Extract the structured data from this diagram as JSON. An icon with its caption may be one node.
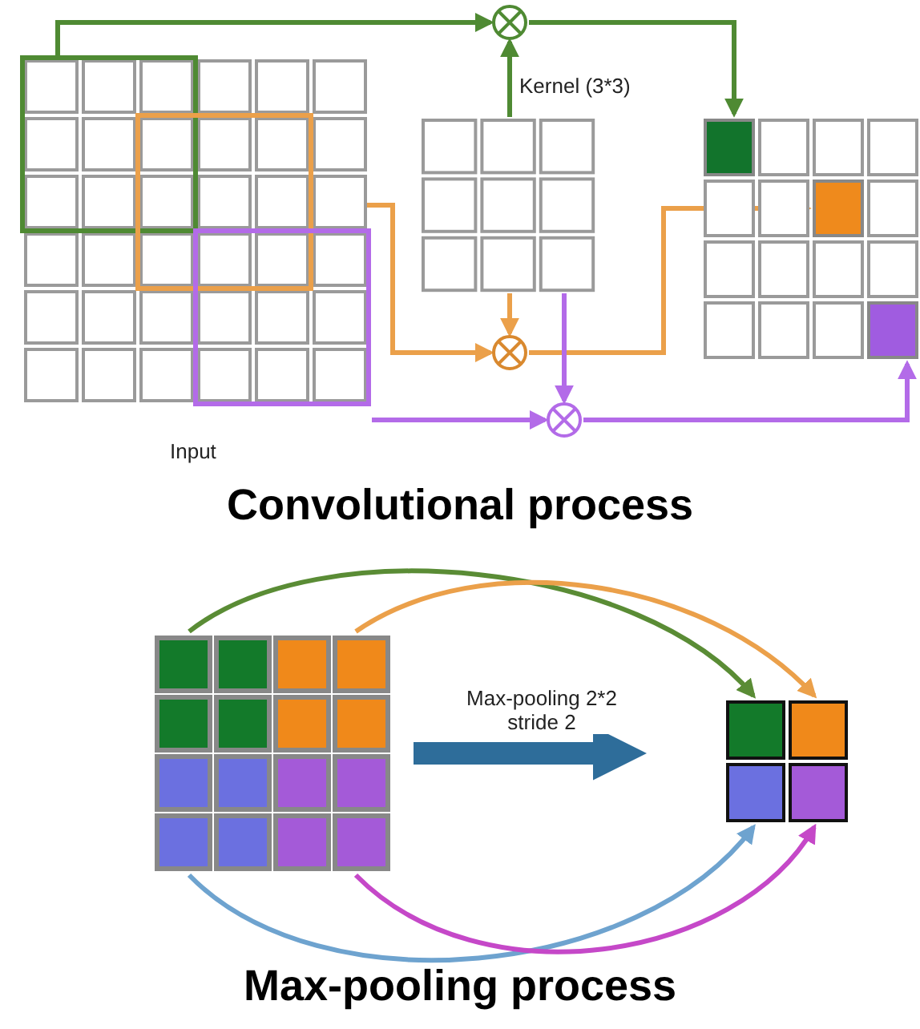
{
  "diagram": {
    "nodes": [
      {
        "text": [
          "Input"
        ]
      },
      {
        "text": [
          "Kernel (3*3)"
        ]
      },
      {
        "text": [],
        "shape": "grid"
      },
      {
        "text": [],
        "shape": "circle"
      },
      {
        "text": [],
        "shape": "circle"
      },
      {
        "text": [],
        "shape": "circle"
      },
      {
        "text": [],
        "shape": "grid"
      },
      {
        "text": [],
        "shape": "grid"
      }
    ],
    "edges": [
      {
        "from": 0,
        "to": 3,
        "arrow": "to",
        "color": "#4f8a33"
      },
      {
        "from": 1,
        "to": 3,
        "arrow": "to",
        "color": "#4f8a33"
      },
      {
        "from": 3,
        "to": 2,
        "arrow": "to",
        "color": "#4f8a33"
      },
      {
        "from": 0,
        "to": 4,
        "arrow": "to",
        "color": "#eba04a"
      },
      {
        "from": 1,
        "to": 4,
        "arrow": "to",
        "color": "#eba04a"
      },
      {
        "from": 4,
        "to": 2,
        "arrow": "to",
        "color": "#eba04a"
      },
      {
        "from": 0,
        "to": 5,
        "arrow": "to",
        "color": "#b36be8"
      },
      {
        "from": 1,
        "to": 5,
        "arrow": "to",
        "color": "#b36be8"
      },
      {
        "from": 5,
        "to": 2,
        "arrow": "to",
        "color": "#b36be8"
      },
      {
        "from": 6,
        "to": 7,
        "arrow": "to",
        "label": "Max-pooling 2*2 stride 2",
        "style": "thick",
        "color": "#2e6d9a"
      },
      {
        "from": 6,
        "to": 7,
        "arrow": "to",
        "color": "#5a8c35"
      },
      {
        "from": 6,
        "to": 7,
        "arrow": "to",
        "color": "#eba04a"
      },
      {
        "from": 6,
        "to": 7,
        "arrow": "to",
        "color": "#6ea3cf"
      },
      {
        "from": 6,
        "to": 7,
        "arrow": "to",
        "color": "#c548c8"
      }
    ],
    "labels": [
      "Convolutional process",
      "Max-pooling process"
    ]
  }
}
